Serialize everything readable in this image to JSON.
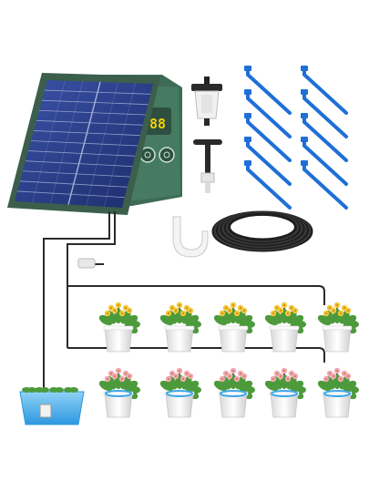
{
  "controller": {
    "display_value": "88"
  },
  "colors": {
    "housing": "#3d6b56",
    "housing_dark": "#2c5140",
    "panel_cell": "#2b3f8a",
    "panel_grid": "#aab4d6",
    "display": "#f5d000",
    "tube": "#2a2a2a",
    "stake": "#1f6fd6",
    "pot": "#f4f4f4",
    "tray": "#3ba8ea",
    "leaf": "#4c9a3b",
    "flower_yellow": "#f3c739",
    "flower_pink": "#f2a6b8"
  },
  "icons": {
    "buttons": [
      "power-button-icon",
      "mode-button-icon"
    ],
    "accessories": [
      "dripper-icon",
      "tee-connector-icon",
      "wall-hook-icon",
      "tubing-coil-icon",
      "drip-stake-icon"
    ]
  },
  "pots": {
    "top_row_count": 5,
    "bottom_row_count": 5
  },
  "stakes": {
    "count": 10
  }
}
